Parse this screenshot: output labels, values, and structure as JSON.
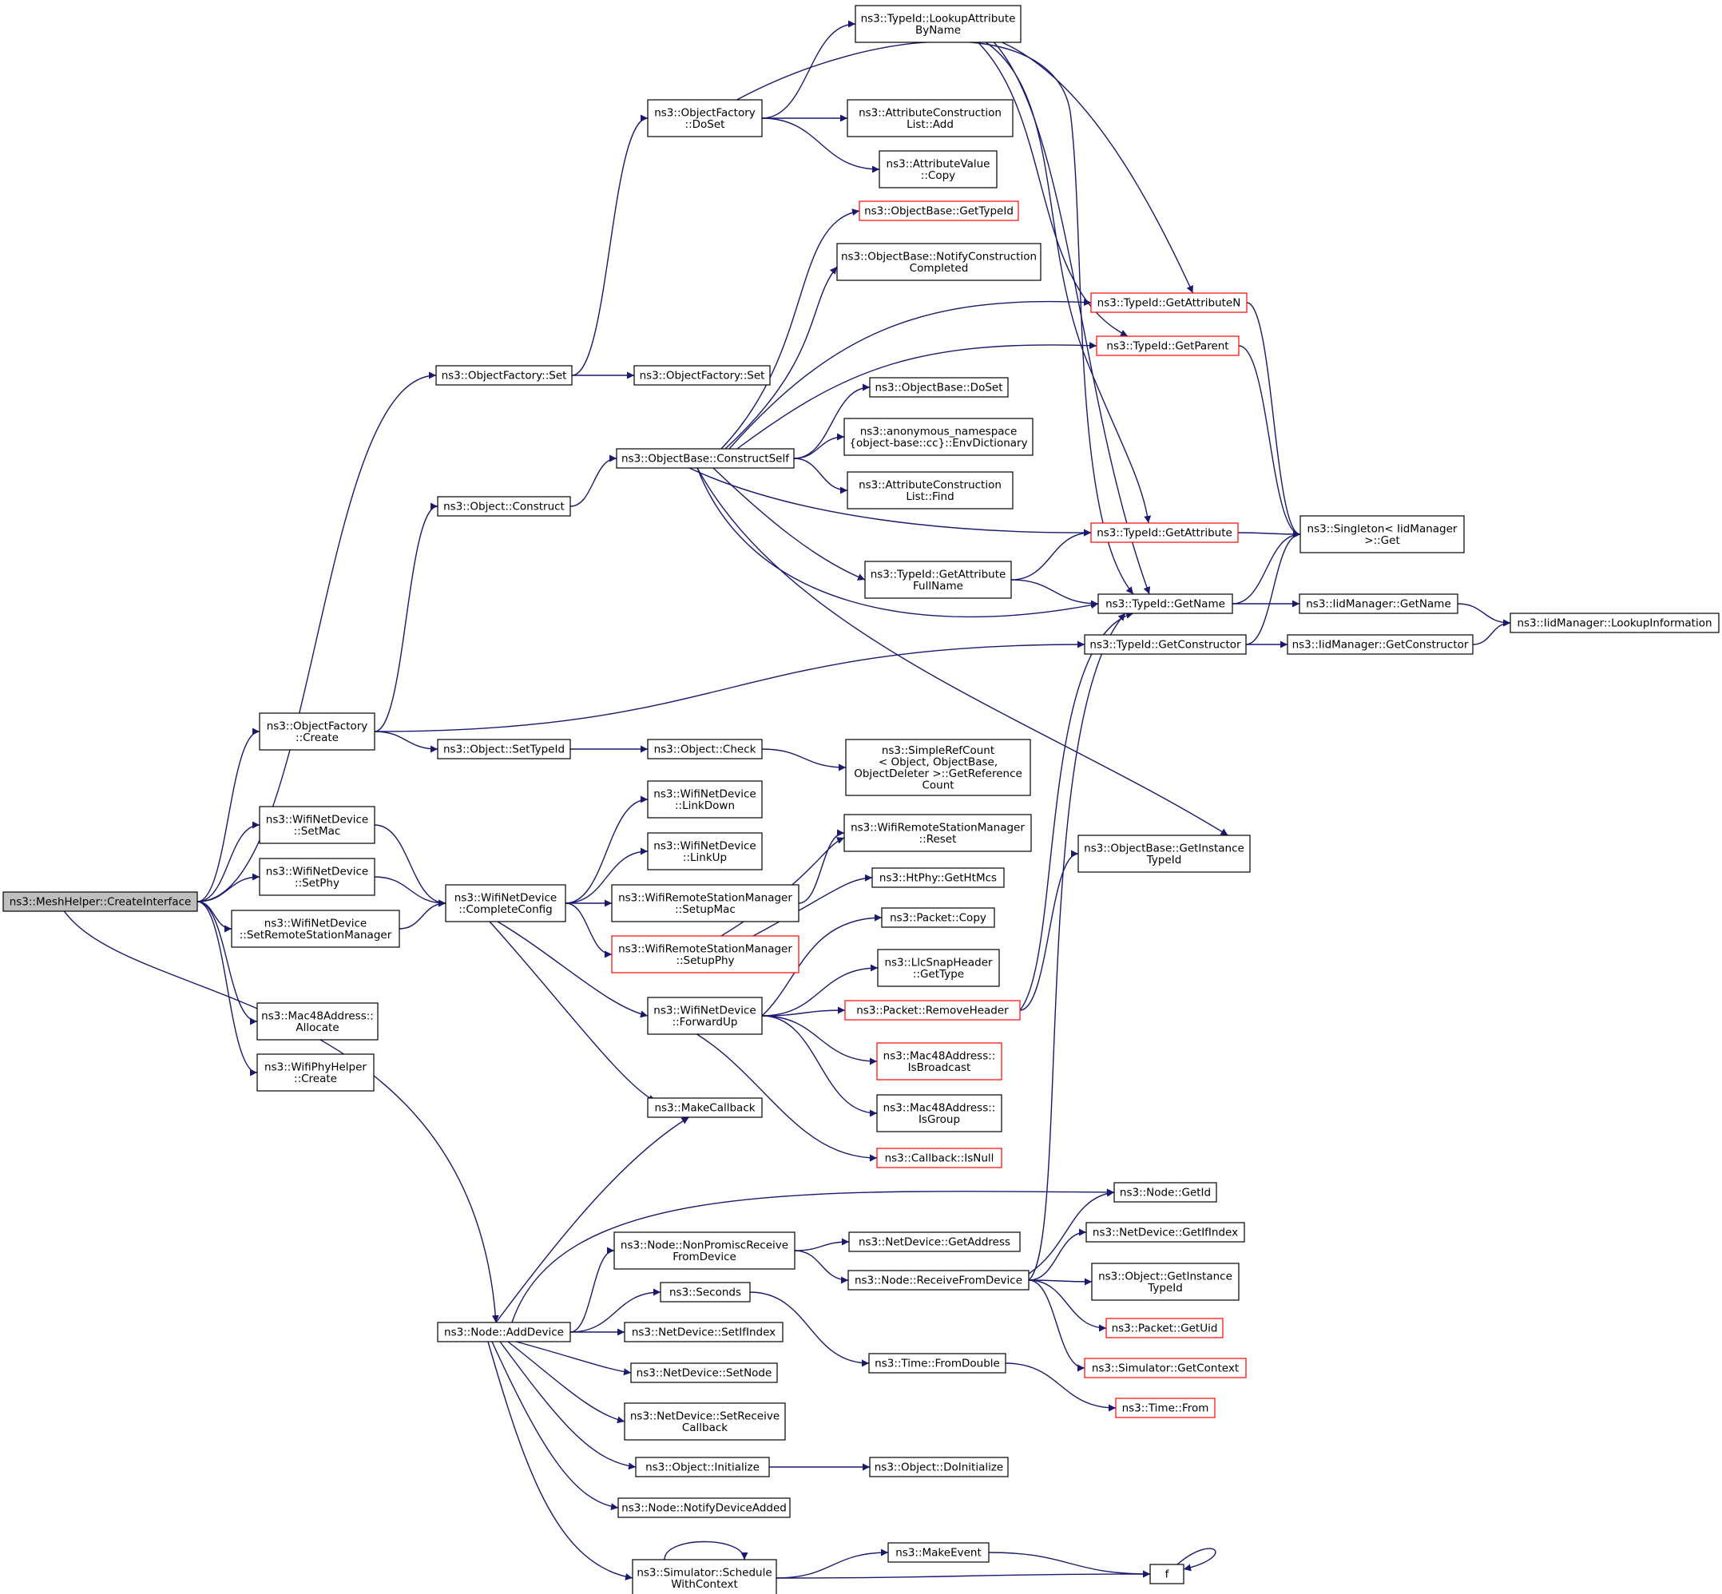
{
  "diagram": {
    "nodes": {
      "root": {
        "lines": [
          "ns3::MeshHelper::CreateInterface"
        ],
        "style": "root"
      },
      "ofSet": {
        "lines": [
          "ns3::ObjectFactory::Set"
        ]
      },
      "ofCreate": {
        "lines": [
          "ns3::ObjectFactory",
          "::Create"
        ]
      },
      "wndSetMac": {
        "lines": [
          "ns3::WifiNetDevice",
          "::SetMac"
        ]
      },
      "wndSetPhy": {
        "lines": [
          "ns3::WifiNetDevice",
          "::SetPhy"
        ]
      },
      "wndSetRsm": {
        "lines": [
          "ns3::WifiNetDevice",
          "::SetRemoteStationManager"
        ]
      },
      "macAlloc": {
        "lines": [
          "ns3::Mac48Address::",
          "Allocate"
        ]
      },
      "wphyCreate": {
        "lines": [
          "ns3::WifiPhyHelper",
          "::Create"
        ]
      },
      "ofDoSet": {
        "lines": [
          "ns3::ObjectFactory",
          "::DoSet"
        ]
      },
      "ofSet2": {
        "lines": [
          "ns3::ObjectFactory::Set"
        ]
      },
      "objConstruct": {
        "lines": [
          "ns3::Object::Construct"
        ]
      },
      "objSetTypeId": {
        "lines": [
          "ns3::Object::SetTypeId"
        ]
      },
      "wndComplete": {
        "lines": [
          "ns3::WifiNetDevice",
          "::CompleteConfig"
        ]
      },
      "nodeAddDevice": {
        "lines": [
          "ns3::Node::AddDevice"
        ]
      },
      "tidLookupAttr": {
        "lines": [
          "ns3::TypeId::LookupAttribute",
          "ByName"
        ]
      },
      "aclAdd": {
        "lines": [
          "ns3::AttributeConstruction",
          "List::Add"
        ]
      },
      "avCopy": {
        "lines": [
          "ns3::AttributeValue",
          "::Copy"
        ]
      },
      "obGetTypeId": {
        "lines": [
          "ns3::ObjectBase::GetTypeId"
        ],
        "style": "truncated"
      },
      "obNotify": {
        "lines": [
          "ns3::ObjectBase::NotifyConstruction",
          "Completed"
        ]
      },
      "obDoSet": {
        "lines": [
          "ns3::ObjectBase::DoSet"
        ]
      },
      "obConstructSelf": {
        "lines": [
          "ns3::ObjectBase::ConstructSelf"
        ]
      },
      "envDict": {
        "lines": [
          "ns3::anonymous_namespace",
          "{object-base::cc}::EnvDictionary"
        ]
      },
      "aclFind": {
        "lines": [
          "ns3::AttributeConstruction",
          "List::Find"
        ]
      },
      "tidGetAttrFull": {
        "lines": [
          "ns3::TypeId::GetAttribute",
          "FullName"
        ]
      },
      "tidGetAttrN": {
        "lines": [
          "ns3::TypeId::GetAttributeN"
        ],
        "style": "truncated"
      },
      "tidGetParent": {
        "lines": [
          "ns3::TypeId::GetParent"
        ],
        "style": "truncated"
      },
      "tidGetAttr": {
        "lines": [
          "ns3::TypeId::GetAttribute"
        ],
        "style": "truncated"
      },
      "singleton": {
        "lines": [
          "ns3::Singleton< IidManager",
          ">::Get"
        ]
      },
      "tidGetName": {
        "lines": [
          "ns3::TypeId::GetName"
        ]
      },
      "tidGetCtor": {
        "lines": [
          "ns3::TypeId::GetConstructor"
        ]
      },
      "iidGetName": {
        "lines": [
          "ns3::IidManager::GetName"
        ]
      },
      "iidGetCtor": {
        "lines": [
          "ns3::IidManager::GetConstructor"
        ]
      },
      "iidLookup": {
        "lines": [
          "ns3::IidManager::LookupInformation"
        ]
      },
      "objCheck": {
        "lines": [
          "ns3::Object::Check"
        ]
      },
      "simpleRef": {
        "lines": [
          "ns3::SimpleRefCount",
          "< Object, ObjectBase,",
          "ObjectDeleter >::GetReference",
          "Count"
        ]
      },
      "wndLinkDown": {
        "lines": [
          "ns3::WifiNetDevice",
          "::LinkDown"
        ]
      },
      "wndLinkUp": {
        "lines": [
          "ns3::WifiNetDevice",
          "::LinkUp"
        ]
      },
      "wrsmSetupMac": {
        "lines": [
          "ns3::WifiRemoteStationManager",
          "::SetupMac"
        ]
      },
      "wrsmSetupPhy": {
        "lines": [
          "ns3::WifiRemoteStationManager",
          "::SetupPhy"
        ],
        "style": "truncated"
      },
      "wndForwardUp": {
        "lines": [
          "ns3::WifiNetDevice",
          "::ForwardUp"
        ]
      },
      "makeCallback": {
        "lines": [
          "ns3::MakeCallback"
        ]
      },
      "wrsmReset": {
        "lines": [
          "ns3::WifiRemoteStationManager",
          "::Reset"
        ]
      },
      "htPhy": {
        "lines": [
          "ns3::HtPhy::GetHtMcs"
        ]
      },
      "pktCopy": {
        "lines": [
          "ns3::Packet::Copy"
        ]
      },
      "llcGetType": {
        "lines": [
          "ns3::LlcSnapHeader",
          "::GetType"
        ]
      },
      "pktRemoveHeader": {
        "lines": [
          "ns3::Packet::RemoveHeader"
        ],
        "style": "truncated"
      },
      "macIsBroadcast": {
        "lines": [
          "ns3::Mac48Address::",
          "IsBroadcast"
        ],
        "style": "truncated"
      },
      "macIsGroup": {
        "lines": [
          "ns3::Mac48Address::",
          "IsGroup"
        ]
      },
      "cbIsNull": {
        "lines": [
          "ns3::Callback::IsNull"
        ],
        "style": "truncated"
      },
      "obGetInstTid": {
        "lines": [
          "ns3::ObjectBase::GetInstance",
          "TypeId"
        ]
      },
      "nodeGetId": {
        "lines": [
          "ns3::Node::GetId"
        ]
      },
      "nodeNonPromisc": {
        "lines": [
          "ns3::Node::NonPromiscReceive",
          "FromDevice"
        ]
      },
      "ndGetAddress": {
        "lines": [
          "ns3::NetDevice::GetAddress"
        ]
      },
      "nodeRecvFromDev": {
        "lines": [
          "ns3::Node::ReceiveFromDevice"
        ]
      },
      "ndGetIfIndex": {
        "lines": [
          "ns3::NetDevice::GetIfIndex"
        ]
      },
      "objGetInstTid": {
        "lines": [
          "ns3::Object::GetInstance",
          "TypeId"
        ]
      },
      "pktGetUid": {
        "lines": [
          "ns3::Packet::GetUid"
        ],
        "style": "truncated"
      },
      "simGetContext": {
        "lines": [
          "ns3::Simulator::GetContext"
        ],
        "style": "truncated"
      },
      "seconds": {
        "lines": [
          "ns3::Seconds"
        ]
      },
      "timeFromDouble": {
        "lines": [
          "ns3::Time::FromDouble"
        ]
      },
      "timeFrom": {
        "lines": [
          "ns3::Time::From"
        ],
        "style": "truncated"
      },
      "ndSetIfIndex": {
        "lines": [
          "ns3::NetDevice::SetIfIndex"
        ]
      },
      "ndSetNode": {
        "lines": [
          "ns3::NetDevice::SetNode"
        ]
      },
      "ndSetRecvCb": {
        "lines": [
          "ns3::NetDevice::SetReceive",
          "Callback"
        ]
      },
      "objInitialize": {
        "lines": [
          "ns3::Object::Initialize"
        ]
      },
      "objDoInitialize": {
        "lines": [
          "ns3::Object::DoInitialize"
        ]
      },
      "nodeNotifyDev": {
        "lines": [
          "ns3::Node::NotifyDeviceAdded"
        ]
      },
      "simSchedule": {
        "lines": [
          "ns3::Simulator::Schedule",
          "WithContext"
        ]
      },
      "makeEvent": {
        "lines": [
          "ns3::MakeEvent"
        ]
      },
      "f": {
        "lines": [
          "f"
        ]
      }
    },
    "edges": [
      [
        "root",
        "ofSet"
      ],
      [
        "root",
        "ofCreate"
      ],
      [
        "root",
        "wndSetMac"
      ],
      [
        "root",
        "wndSetPhy"
      ],
      [
        "root",
        "wndSetRsm"
      ],
      [
        "root",
        "macAlloc"
      ],
      [
        "root",
        "wphyCreate"
      ],
      [
        "root",
        "nodeAddDevice"
      ],
      [
        "ofSet",
        "ofDoSet"
      ],
      [
        "ofSet",
        "ofSet2"
      ],
      [
        "ofCreate",
        "objConstruct"
      ],
      [
        "ofCreate",
        "objSetTypeId"
      ],
      [
        "ofCreate",
        "tidGetCtor"
      ],
      [
        "wndSetMac",
        "wndComplete"
      ],
      [
        "wndSetPhy",
        "wndComplete"
      ],
      [
        "wndSetRsm",
        "wndComplete"
      ],
      [
        "ofDoSet",
        "tidLookupAttr"
      ],
      [
        "ofDoSet",
        "aclAdd"
      ],
      [
        "ofDoSet",
        "avCopy"
      ],
      [
        "ofDoSet",
        "tidGetName"
      ],
      [
        "objConstruct",
        "obConstructSelf"
      ],
      [
        "objSetTypeId",
        "objCheck"
      ],
      [
        "tidLookupAttr",
        "tidGetAttrN"
      ],
      [
        "tidLookupAttr",
        "tidGetParent"
      ],
      [
        "tidLookupAttr",
        "tidGetAttr"
      ],
      [
        "tidLookupAttr",
        "tidGetName"
      ],
      [
        "obConstructSelf",
        "obGetTypeId"
      ],
      [
        "obConstructSelf",
        "obNotify"
      ],
      [
        "obConstructSelf",
        "tidGetAttrN"
      ],
      [
        "obConstructSelf",
        "tidGetParent"
      ],
      [
        "obConstructSelf",
        "obDoSet"
      ],
      [
        "obConstructSelf",
        "envDict"
      ],
      [
        "obConstructSelf",
        "aclFind"
      ],
      [
        "obConstructSelf",
        "tidGetAttr"
      ],
      [
        "obConstructSelf",
        "tidGetAttrFull"
      ],
      [
        "obConstructSelf",
        "tidGetName"
      ],
      [
        "obConstructSelf",
        "obGetInstTid"
      ],
      [
        "tidGetAttrFull",
        "tidGetAttr"
      ],
      [
        "tidGetAttrFull",
        "tidGetName"
      ],
      [
        "tidGetAttrN",
        "singleton"
      ],
      [
        "tidGetParent",
        "singleton"
      ],
      [
        "tidGetAttr",
        "singleton"
      ],
      [
        "tidGetName",
        "singleton"
      ],
      [
        "tidGetName",
        "iidGetName"
      ],
      [
        "tidGetCtor",
        "singleton"
      ],
      [
        "tidGetCtor",
        "iidGetCtor"
      ],
      [
        "iidGetName",
        "iidLookup"
      ],
      [
        "iidGetCtor",
        "iidLookup"
      ],
      [
        "objCheck",
        "simpleRef"
      ],
      [
        "wndComplete",
        "wndLinkDown"
      ],
      [
        "wndComplete",
        "wndLinkUp"
      ],
      [
        "wndComplete",
        "wrsmSetupMac"
      ],
      [
        "wndComplete",
        "wrsmSetupPhy"
      ],
      [
        "wndComplete",
        "wndForwardUp"
      ],
      [
        "wndComplete",
        "makeCallback"
      ],
      [
        "wrsmSetupMac",
        "wrsmReset"
      ],
      [
        "wrsmSetupPhy",
        "wrsmReset"
      ],
      [
        "wrsmSetupPhy",
        "htPhy"
      ],
      [
        "wndForwardUp",
        "pktCopy"
      ],
      [
        "wndForwardUp",
        "llcGetType"
      ],
      [
        "wndForwardUp",
        "pktRemoveHeader"
      ],
      [
        "wndForwardUp",
        "macIsBroadcast"
      ],
      [
        "wndForwardUp",
        "macIsGroup"
      ],
      [
        "wndForwardUp",
        "cbIsNull"
      ],
      [
        "pktRemoveHeader",
        "obGetInstTid"
      ],
      [
        "pktRemoveHeader",
        "tidGetName"
      ],
      [
        "nodeAddDevice",
        "makeCallback"
      ],
      [
        "nodeAddDevice",
        "nodeGetId"
      ],
      [
        "nodeAddDevice",
        "nodeNonPromisc"
      ],
      [
        "nodeAddDevice",
        "seconds"
      ],
      [
        "nodeAddDevice",
        "ndSetIfIndex"
      ],
      [
        "nodeAddDevice",
        "ndSetNode"
      ],
      [
        "nodeAddDevice",
        "ndSetRecvCb"
      ],
      [
        "nodeAddDevice",
        "objInitialize"
      ],
      [
        "nodeAddDevice",
        "nodeNotifyDev"
      ],
      [
        "nodeAddDevice",
        "simSchedule"
      ],
      [
        "nodeNonPromisc",
        "ndGetAddress"
      ],
      [
        "nodeNonPromisc",
        "nodeRecvFromDev"
      ],
      [
        "nodeRecvFromDev",
        "nodeGetId"
      ],
      [
        "nodeRecvFromDev",
        "ndGetIfIndex"
      ],
      [
        "nodeRecvFromDev",
        "objGetInstTid"
      ],
      [
        "nodeRecvFromDev",
        "pktGetUid"
      ],
      [
        "nodeRecvFromDev",
        "simGetContext"
      ],
      [
        "nodeRecvFromDev",
        "tidGetName"
      ],
      [
        "seconds",
        "timeFromDouble"
      ],
      [
        "timeFromDouble",
        "timeFrom"
      ],
      [
        "objInitialize",
        "objDoInitialize"
      ],
      [
        "simSchedule",
        "simSchedule"
      ],
      [
        "simSchedule",
        "makeEvent"
      ],
      [
        "simSchedule",
        "f"
      ],
      [
        "makeEvent",
        "f"
      ],
      [
        "f",
        "f"
      ]
    ]
  }
}
